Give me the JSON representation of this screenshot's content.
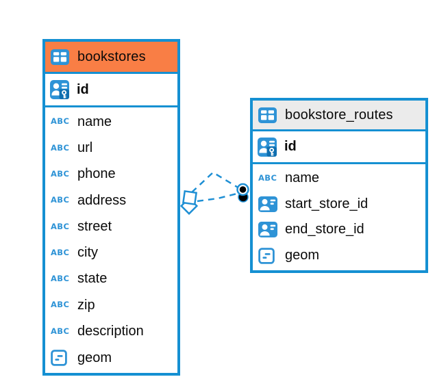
{
  "diagram": {
    "kind": "entity-relationship-diagram",
    "colors": {
      "accent_blue": "#1590D2",
      "icon_blue": "#2E93D6",
      "bookstores_header_bg": "#F97E45",
      "routes_header_bg": "#EBEBEB",
      "line_blue": "#1E8FD4",
      "text": "#0A0A0A",
      "background": "#FFFFFF"
    },
    "icons": {
      "text_type_label": "ABC"
    },
    "tables": [
      {
        "name": "bookstores",
        "columns": [
          {
            "name": "id",
            "type": "primary-key"
          },
          {
            "name": "name",
            "type": "text"
          },
          {
            "name": "url",
            "type": "text"
          },
          {
            "name": "phone",
            "type": "text"
          },
          {
            "name": "address",
            "type": "text"
          },
          {
            "name": "street",
            "type": "text"
          },
          {
            "name": "city",
            "type": "text"
          },
          {
            "name": "state",
            "type": "text"
          },
          {
            "name": "zip",
            "type": "text"
          },
          {
            "name": "description",
            "type": "text"
          },
          {
            "name": "geom",
            "type": "geometry"
          }
        ]
      },
      {
        "name": "bookstore_routes",
        "columns": [
          {
            "name": "id",
            "type": "primary-key"
          },
          {
            "name": "name",
            "type": "text"
          },
          {
            "name": "start_store_id",
            "type": "reference"
          },
          {
            "name": "end_store_id",
            "type": "reference"
          },
          {
            "name": "geom",
            "type": "geometry"
          }
        ]
      }
    ],
    "relations": [
      {
        "from_table": "bookstores",
        "to_table": "bookstore_routes",
        "from_marker": "diamond",
        "to_marker": "dot",
        "line_style": "dashed"
      },
      {
        "from_table": "bookstores",
        "to_table": "bookstore_routes",
        "from_marker": "diamond",
        "to_marker": "dot",
        "line_style": "dashed"
      }
    ]
  }
}
